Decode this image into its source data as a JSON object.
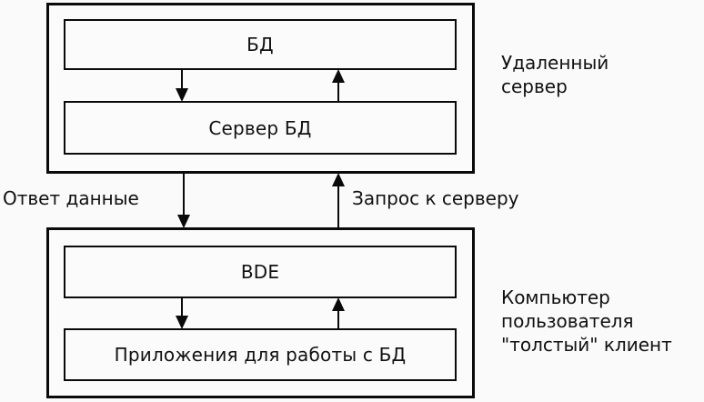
{
  "diagram": {
    "title_hidden": "",
    "machines": [
      {
        "id": "remote-server",
        "side_label": "Удаленный\nсервер",
        "components": [
          {
            "id": "db",
            "label": "БД"
          },
          {
            "id": "db-server",
            "label": "Сервер БД"
          }
        ]
      },
      {
        "id": "client-machine",
        "side_label": "Компьютер\nпользователя\n\"толстый\" клиент",
        "components": [
          {
            "id": "bde",
            "label": "BDE"
          },
          {
            "id": "apps",
            "label": "Приложения для работы с БД"
          }
        ]
      }
    ],
    "flow_labels": {
      "response": "Ответ данные",
      "request": "Запрос к серверу"
    },
    "arrows": [
      {
        "id": "db-to-dbserver",
        "direction": "down",
        "from": "БД",
        "to": "Сервер БД"
      },
      {
        "id": "dbserver-to-db",
        "direction": "up",
        "from": "Сервер БД",
        "to": "БД"
      },
      {
        "id": "server-to-client",
        "direction": "down",
        "from": "Удаленный сервер",
        "to": "Компьютер пользователя",
        "label": "Ответ данные"
      },
      {
        "id": "client-to-server",
        "direction": "up",
        "from": "Компьютер пользователя",
        "to": "Удаленный сервер",
        "label": "Запрос к серверу"
      },
      {
        "id": "bde-to-apps",
        "direction": "down",
        "from": "BDE",
        "to": "Приложения для работы с БД"
      },
      {
        "id": "apps-to-bde",
        "direction": "up",
        "from": "Приложения для работы с БД",
        "to": "BDE"
      }
    ],
    "colors": {
      "background": "#fafafa",
      "stroke": "#0a0a0a",
      "box_fill": "#fbfbfb",
      "text": "#111111"
    }
  }
}
